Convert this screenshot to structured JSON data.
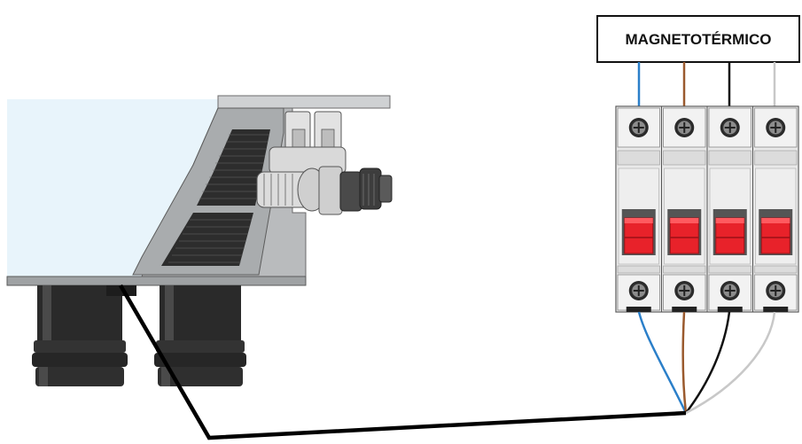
{
  "breaker": {
    "label": "MAGNETOTÉRMICO",
    "poles": 4
  },
  "wires": [
    {
      "name": "blue-wire",
      "color": "#2b7fc9"
    },
    {
      "name": "brown-wire",
      "color": "#9a5a2e"
    },
    {
      "name": "black-wire",
      "color": "#111111"
    },
    {
      "name": "grey-wire",
      "color": "#c8c8c8"
    }
  ],
  "colors": {
    "toggle_red": "#e8222a",
    "breaker_body": "#e6e6e6",
    "unit_panel": "#e8f4fb",
    "housing": "#b9bbbd",
    "feet": "#2a2a2a",
    "main_cable": "#000000"
  }
}
